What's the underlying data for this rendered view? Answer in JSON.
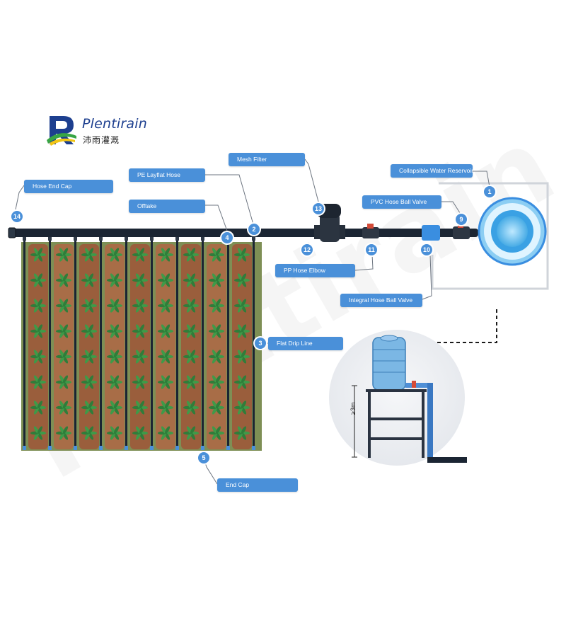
{
  "brand": {
    "name": "Plentirain",
    "name_cn": "沛雨灌溉",
    "colors": {
      "blue": "#1d3f8f",
      "green": "#38a545",
      "yellow": "#f2c614"
    }
  },
  "watermark": "Plentirain",
  "callouts": [
    {
      "number": "1",
      "label": "Collapsible Water Reservoir"
    },
    {
      "number": "2",
      "label": "PE Layflat Hose"
    },
    {
      "number": "3",
      "label": "Flat Drip Line"
    },
    {
      "number": "4",
      "label": "Offtake"
    },
    {
      "number": "5",
      "label": "End Cap"
    },
    {
      "number": "9",
      "label": "PVC Hose Ball Valve"
    },
    {
      "number": "10",
      "label": "PP Hose Elbow"
    },
    {
      "number": "11",
      "label": "Integral Hose Ball Valve"
    },
    {
      "number": "12",
      "label": ""
    },
    {
      "number": "13",
      "label": "Mesh Filter"
    },
    {
      "number": "14",
      "label": "Hose End Cap"
    }
  ],
  "height_label": "≥3m",
  "colors": {
    "accent": "#4a90d9",
    "pipe": "#1b2533",
    "soil": "#9a5e3c",
    "plant": "#2f7d3a",
    "reservoir_water": "#58b8e8",
    "tank": "#7bb7e4"
  }
}
